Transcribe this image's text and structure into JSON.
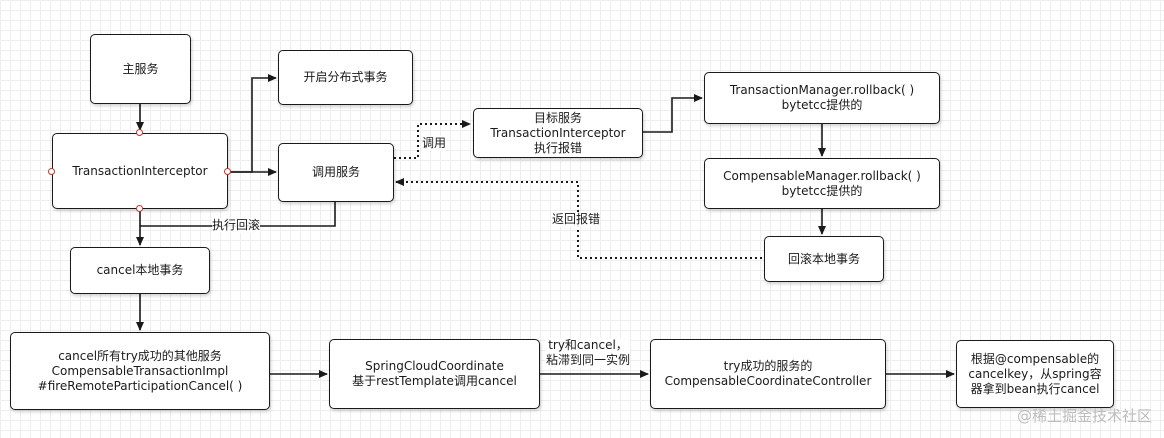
{
  "nodes": {
    "main_service": "主服务",
    "start_distributed_tx": "开启分布式事务",
    "transaction_interceptor": "TransactionInterceptor",
    "call_service": "调用服务",
    "target_service": "目标服务\nTransactionInterceptor\n执行报错",
    "tx_manager_rollback": "TransactionManager.rollback( )\nbytetcc提供的",
    "compensable_manager_rollback": "CompensableManager.rollback( )\nbytetcc提供的",
    "rollback_local_tx": "回滚本地事务",
    "cancel_local_tx": "cancel本地事务",
    "cancel_other_services": "cancel所有try成功的其他服务\nCompensableTransactionImpl\n#fireRemoteParticipationCancel( )",
    "spring_cloud_coordinate": "SpringCloudCoordinate\n基于restTemplate调用cancel",
    "compensable_coordinate_controller": "try成功的服务的\nCompensableCoordinateController",
    "cancel_by_key": "根据@compensable的\ncancelkey，从spring容\n器拿到bean执行cancel"
  },
  "edge_labels": {
    "invoke": "调用",
    "execute_rollback": "执行回滚",
    "return_error": "返回报错",
    "sticky_same_instance": "try和cancel，\n粘滞到同一实例"
  },
  "watermark": "@稀土掘金技术社区",
  "colors": {
    "stroke": "#1a1a1a",
    "handle": "#c0392b",
    "grid": "#eeeeee",
    "watermark": "#bdbdbd"
  }
}
